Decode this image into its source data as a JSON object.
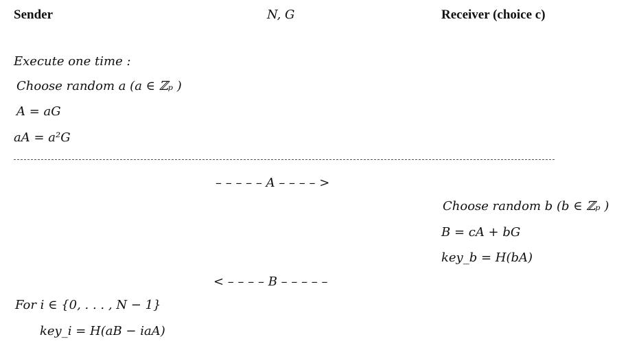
{
  "header": {
    "sender": "Sender",
    "public": "N, G",
    "receiver": "Receiver (choice c)"
  },
  "sender_setup": {
    "execute": "Execute one time :",
    "choose": "Choose random a (a ∈ ℤₚ )",
    "eq1": "A = aG",
    "eq2": "aA = a²G"
  },
  "messages": {
    "to_receiver": "– – – – – A – – – – >",
    "to_sender": "< – – – – B – – – – –"
  },
  "receiver_steps": {
    "choose": "Choose random b (b ∈ ℤₚ )",
    "eq1": "B = cA + bG",
    "eq2": "key_b = H(bA)"
  },
  "sender_final": {
    "loop": "For i ∈ {0, . . . , N − 1}",
    "key": "key_i = H(aB − iaA)"
  }
}
